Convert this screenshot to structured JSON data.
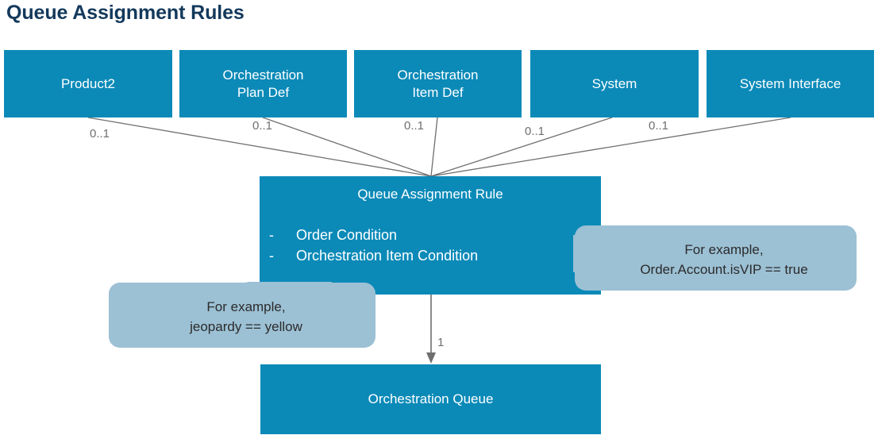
{
  "title": "Queue Assignment Rules",
  "colors": {
    "entity_fill": "#0b8ab8",
    "entity_text": "#ffffff",
    "title_text": "#13395c",
    "callout_fill": "#9cc0d4",
    "callout_text": "#2b2b2b",
    "connector": "#6f6f6f",
    "background": "#ffffff"
  },
  "top_entities": [
    {
      "id": "product2",
      "label": "Product2",
      "multiplicity": "0..1"
    },
    {
      "id": "orch-plan-def",
      "label": "Orchestration\nPlan Def",
      "multiplicity": "0..1"
    },
    {
      "id": "orch-item-def",
      "label": "Orchestration\nItem Def",
      "multiplicity": "0..1"
    },
    {
      "id": "system",
      "label": "System",
      "multiplicity": "0..1"
    },
    {
      "id": "system-iface",
      "label": "System Interface",
      "multiplicity": "0..1"
    }
  ],
  "multiplicities": [
    "0..1",
    "0..1",
    "0..1",
    "0..1",
    "0..1"
  ],
  "rule_box": {
    "title": "Queue Assignment Rule",
    "bullet": "-",
    "attributes": [
      "Order Condition",
      "Orchestration Item Condition"
    ]
  },
  "queue_box": {
    "label": "Orchestration Queue",
    "incoming_multiplicity": "1"
  },
  "callouts": [
    {
      "id": "right",
      "line1": "For example,",
      "line2": "Order.Account.isVIP == true",
      "text": "For example,\nOrder.Account.isVIP == true",
      "points_at": "Order Condition"
    },
    {
      "id": "left",
      "line1": "For example,",
      "line2": "jeopardy == yellow",
      "text": "For example,\njeopardy == yellow",
      "points_at": "Orchestration Item Condition"
    }
  ]
}
